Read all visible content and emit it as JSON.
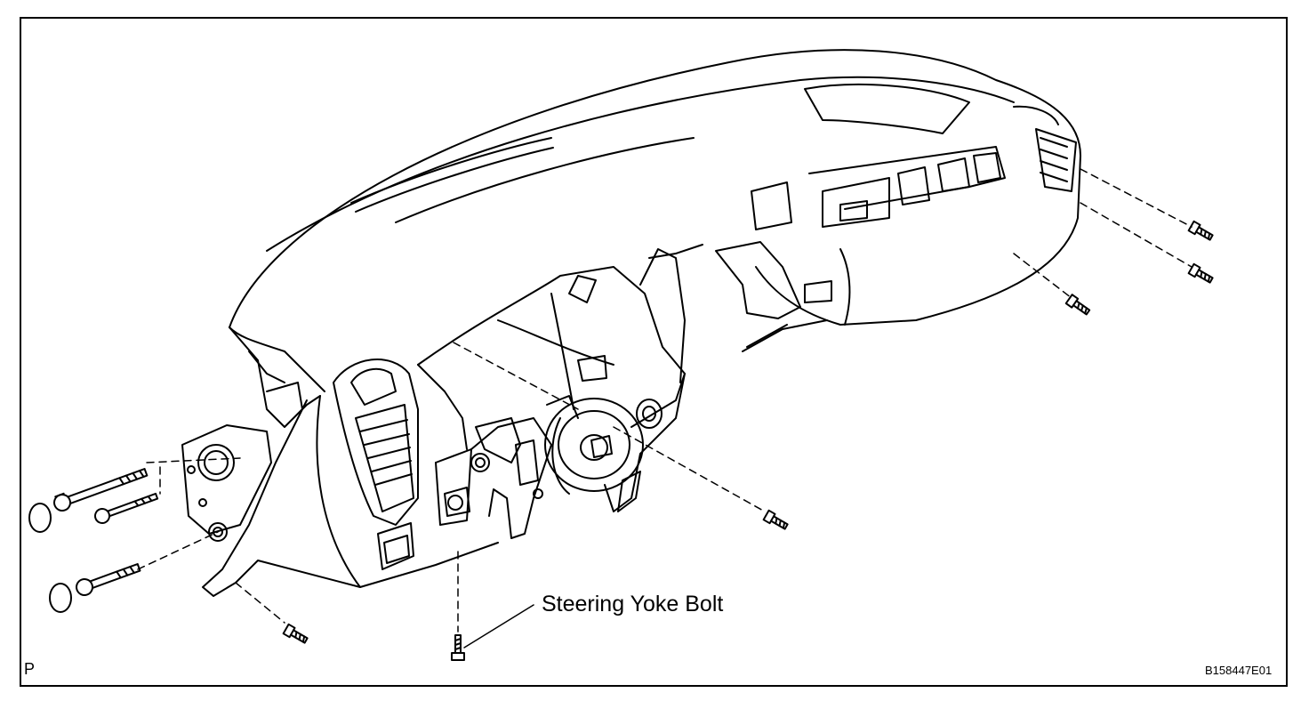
{
  "diagram": {
    "callout_label": "Steering Yoke Bolt",
    "corner_mark": "P",
    "figure_code": "B158447E01"
  },
  "colors": {
    "line": "#000000",
    "background": "#ffffff"
  }
}
